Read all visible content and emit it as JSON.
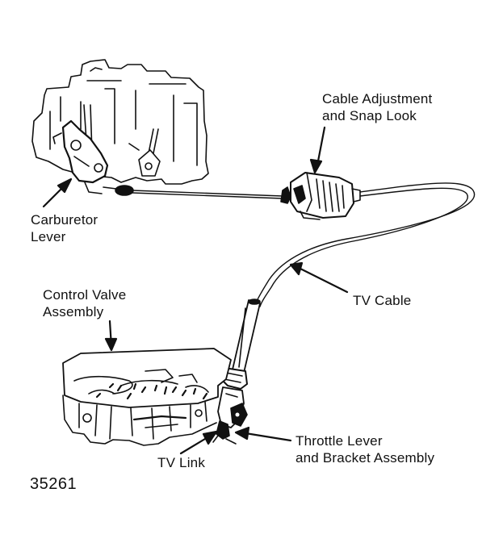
{
  "labels": {
    "cable_adjustment": [
      "Cable Adjustment",
      "and Snap Look"
    ],
    "carburetor_lever": [
      "Carburetor",
      "Lever"
    ],
    "control_valve": [
      "Control Valve",
      "Assembly"
    ],
    "tv_cable": "TV Cable",
    "throttle_lever": [
      "Throttle Lever",
      "and Bracket Assembly"
    ],
    "tv_link": "TV Link"
  },
  "figure_number": "35261",
  "colors": {
    "ink": "#111111",
    "background": "#ffffff"
  }
}
